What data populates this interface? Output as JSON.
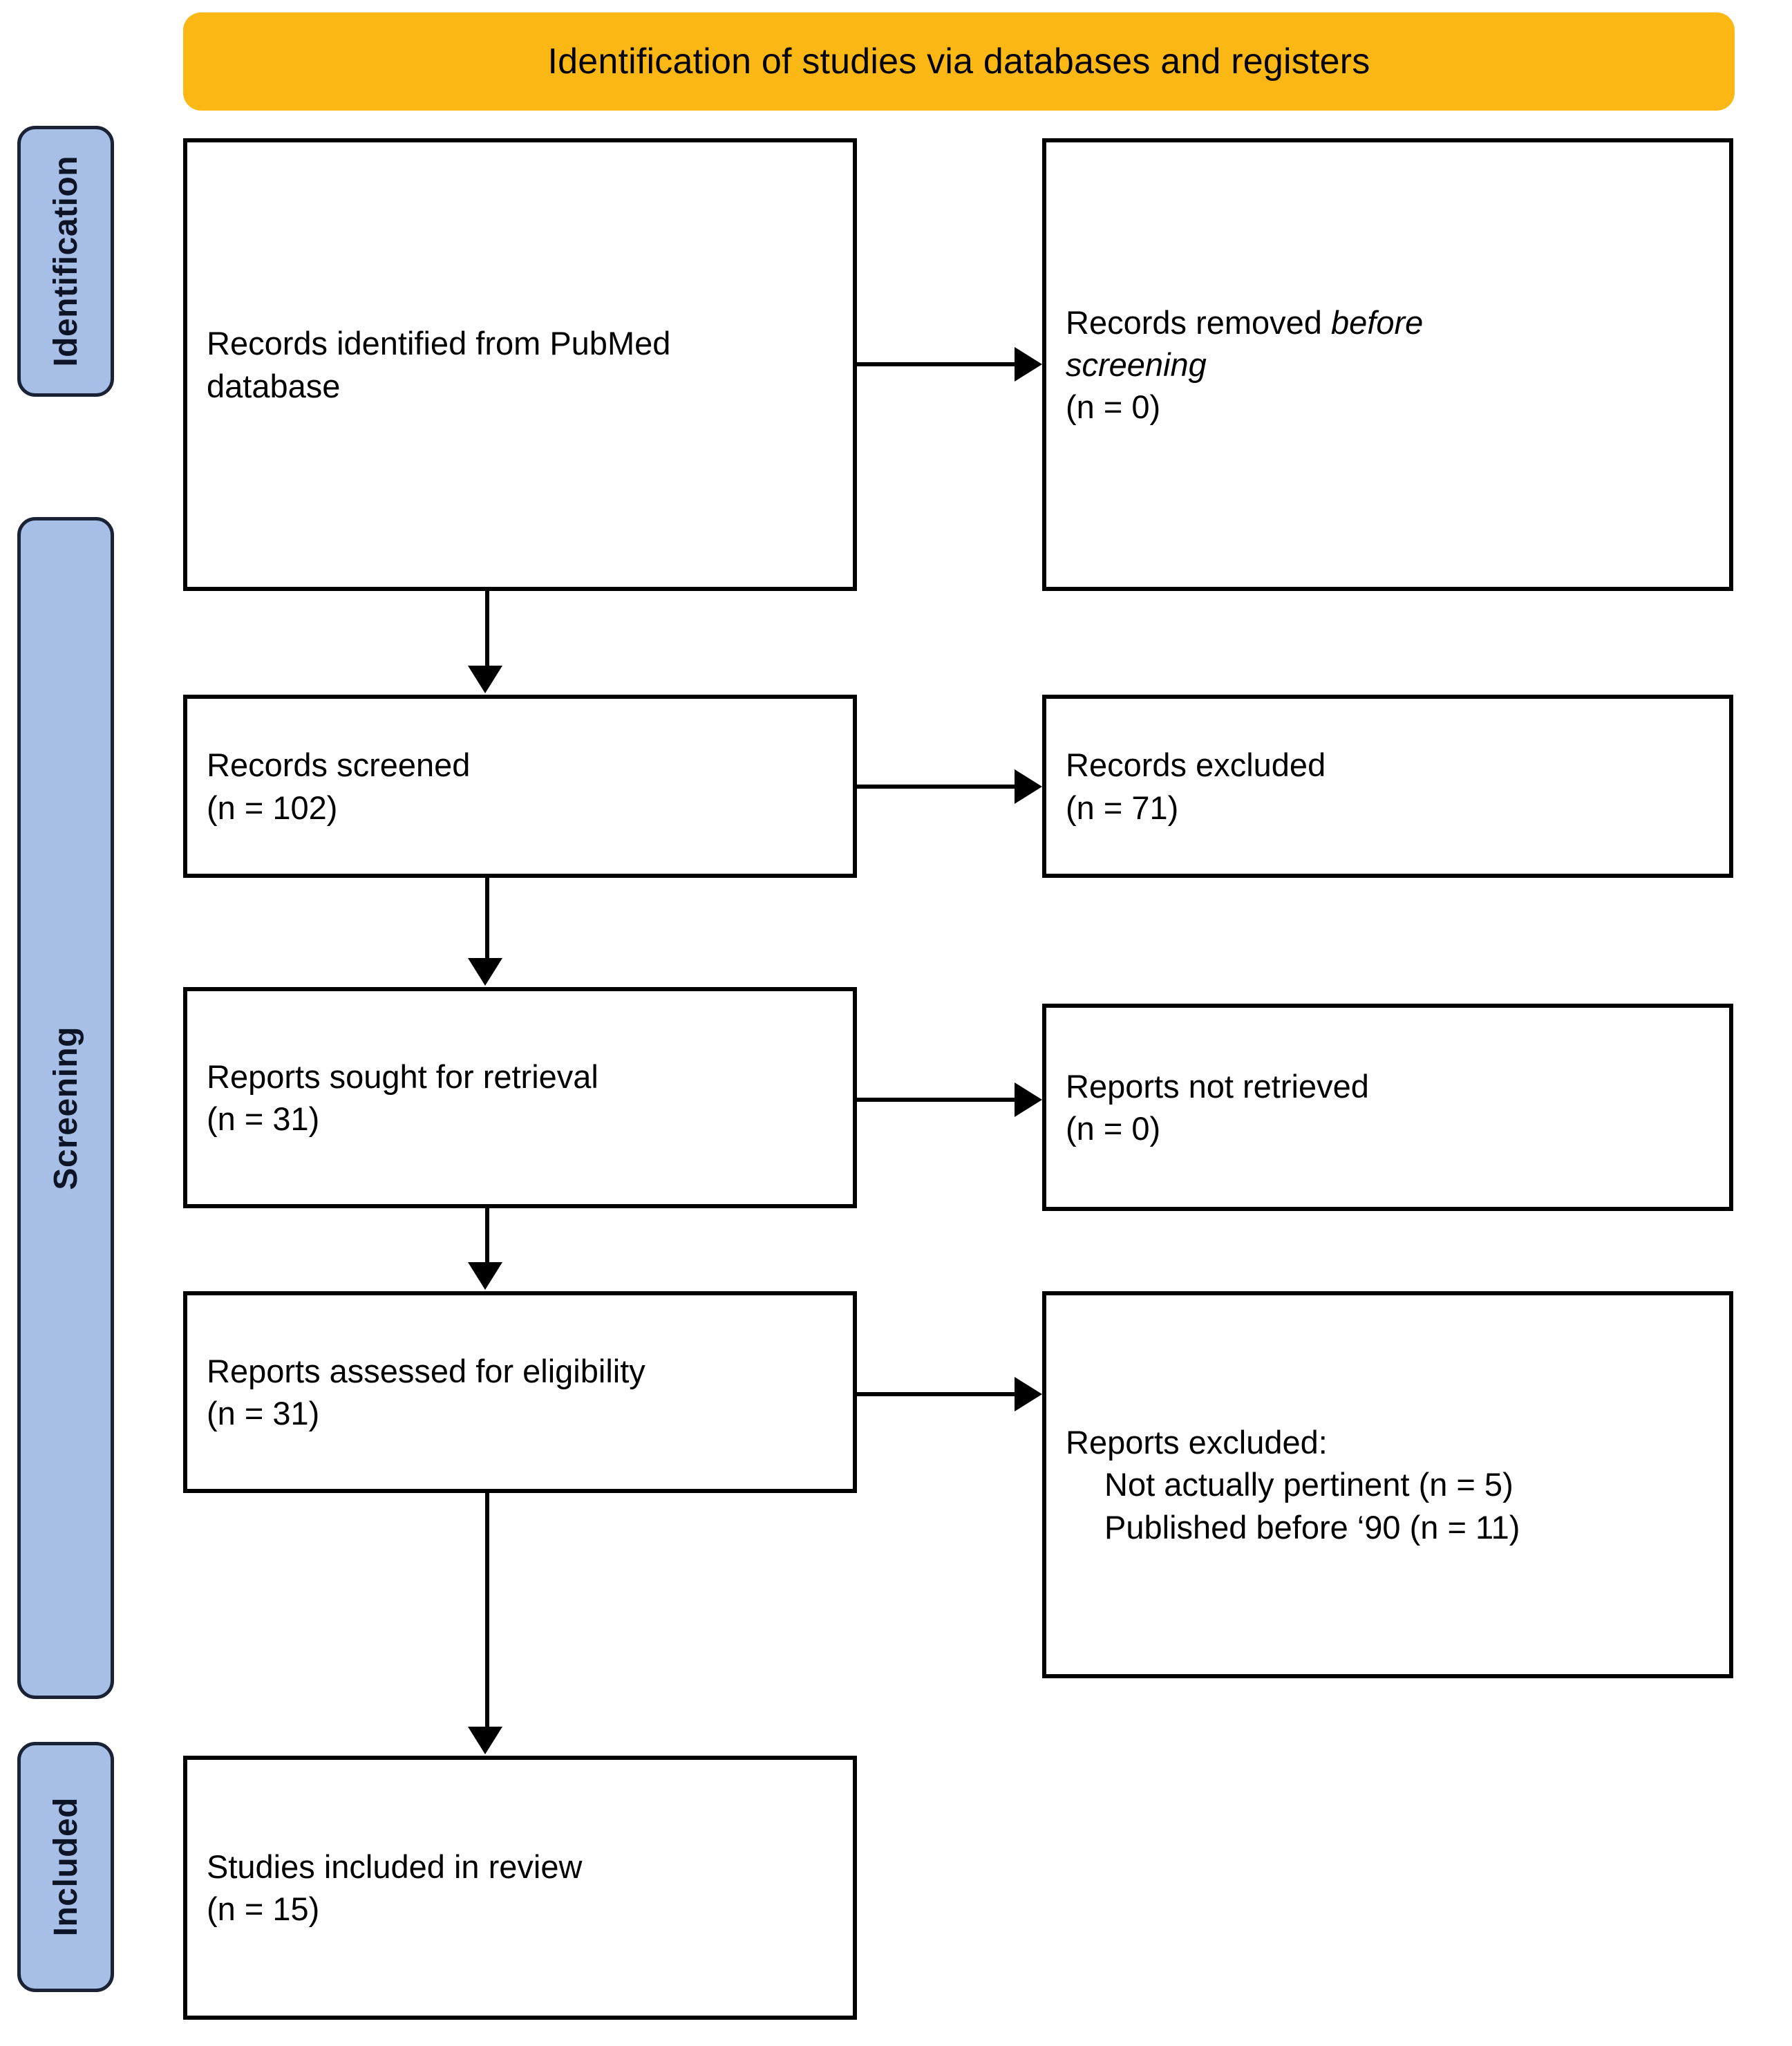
{
  "header": {
    "title": "Identification of studies via databases and registers",
    "color": "#FBB713"
  },
  "stages": {
    "color": "#A7BFE6",
    "identification": "Identification",
    "screening": "Screening",
    "included": "Included"
  },
  "boxes": {
    "identified": {
      "line1": "Records identified from PubMed",
      "line2": "database"
    },
    "removed": {
      "line1": "Records removed ",
      "line1_italic": "before",
      "line2_italic": "screening",
      "line3": "(n = 0)"
    },
    "screened": {
      "line1": "Records screened",
      "line2": "(n = 102)"
    },
    "excluded": {
      "line1": "Records excluded",
      "line2": "(n = 71)"
    },
    "sought": {
      "line1": "Reports sought for retrieval",
      "line2": "(n = 31)"
    },
    "not_retrieved": {
      "line1": "Reports not retrieved",
      "line2": "(n = 0)"
    },
    "assessed": {
      "line1": "Reports assessed for eligibility",
      "line2": "(n = 31)"
    },
    "reports_excluded": {
      "line1": "Reports excluded:",
      "line2": "Not actually pertinent (n = 5)",
      "line3": "Published before ‘90 (n = 11)"
    },
    "included": {
      "line1": "Studies included in review",
      "line2": "(n = 15)"
    }
  },
  "chart_data": {
    "type": "diagram",
    "title": "Identification of studies via databases and registers",
    "flow": [
      {
        "stage": "Identification",
        "node": "Records identified from PubMed database",
        "n": null
      },
      {
        "stage": "Identification",
        "node": "Records removed before screening",
        "n": 0
      },
      {
        "stage": "Screening",
        "node": "Records screened",
        "n": 102
      },
      {
        "stage": "Screening",
        "node": "Records excluded",
        "n": 71
      },
      {
        "stage": "Screening",
        "node": "Reports sought for retrieval",
        "n": 31
      },
      {
        "stage": "Screening",
        "node": "Reports not retrieved",
        "n": 0
      },
      {
        "stage": "Screening",
        "node": "Reports assessed for eligibility",
        "n": 31
      },
      {
        "stage": "Screening",
        "node": "Reports excluded: Not actually pertinent",
        "n": 5
      },
      {
        "stage": "Screening",
        "node": "Reports excluded: Published before ‘90",
        "n": 11
      },
      {
        "stage": "Included",
        "node": "Studies included in review",
        "n": 15
      }
    ]
  }
}
